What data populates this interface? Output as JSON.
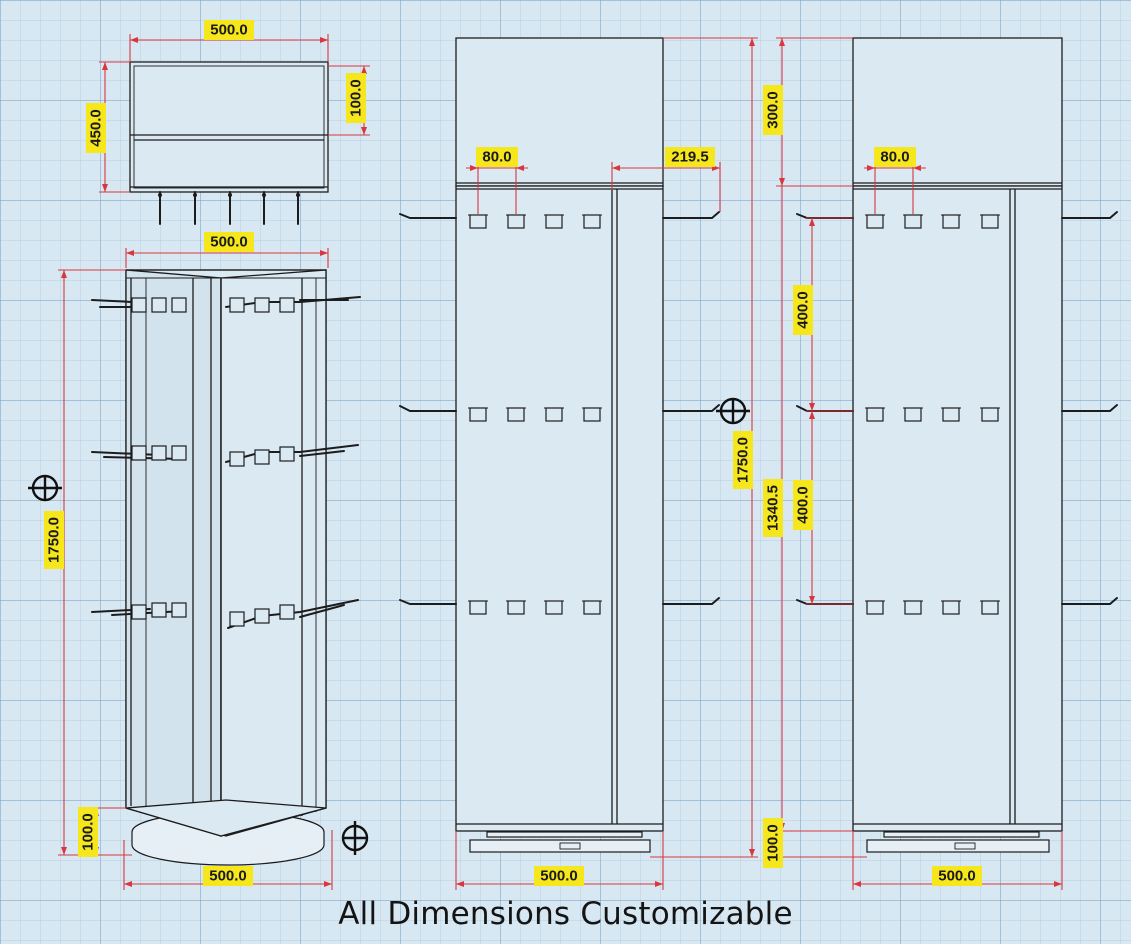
{
  "caption": "All Dimensions Customizable",
  "dimension_labels": {
    "top_width": "500.0",
    "top_height": "450.0",
    "top_header": "100.0",
    "iso_width_top": "500.0",
    "iso_height": "1750.0",
    "iso_base_height": "100.0",
    "iso_width_bottom": "500.0",
    "front_hook_spacing": "80.0",
    "front_hook_reach": "219.5",
    "front_total_height": "1750.0",
    "front_width": "500.0",
    "side_header": "300.0",
    "side_hook_spacing": "80.0",
    "side_row_gap_1": "400.0",
    "side_row_gap_2": "400.0",
    "side_body_height": "1340.5",
    "side_base_height": "100.0",
    "side_width": "500.0"
  },
  "icons": [
    "rotation-symbol-icon"
  ]
}
